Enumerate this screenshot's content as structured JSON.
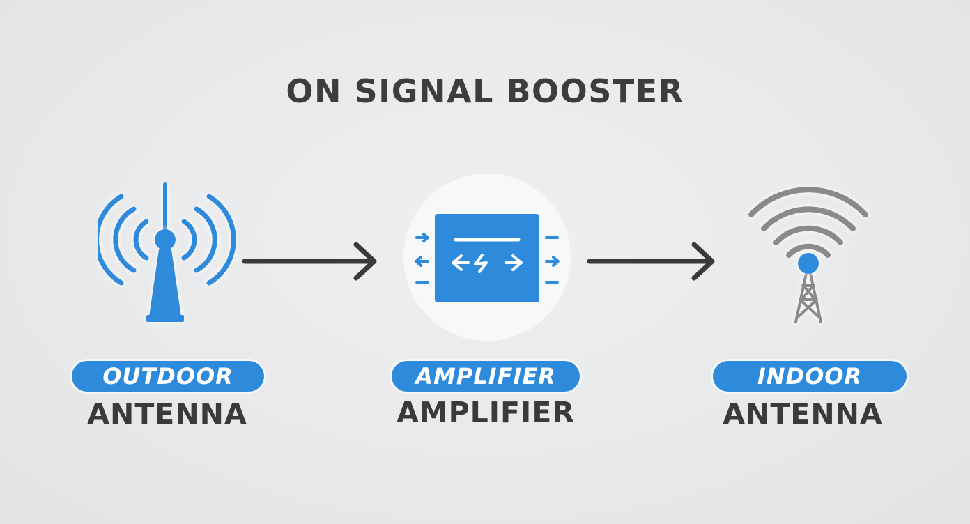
{
  "title": "ON SIGNAL BOOSTER",
  "colors": {
    "accent": "#2e8bdc",
    "text": "#3a3a3a",
    "arrow": "#3a3a3a",
    "indoor_icon": "#8a8a8a",
    "background": "#e9eaeb"
  },
  "nodes": [
    {
      "icon": "outdoor-antenna-icon",
      "badge": "OUTDOOR",
      "label": "ANTENNA"
    },
    {
      "icon": "amplifier-icon",
      "badge": "AMPLIFIER",
      "label": "AMPLIFIER"
    },
    {
      "icon": "indoor-antenna-icon",
      "badge": "INDOOR",
      "label": "ANTENNA"
    }
  ],
  "edges": [
    {
      "from": "OUTDOOR",
      "to": "AMPLIFIER"
    },
    {
      "from": "AMPLIFIER",
      "to": "INDOOR"
    }
  ]
}
